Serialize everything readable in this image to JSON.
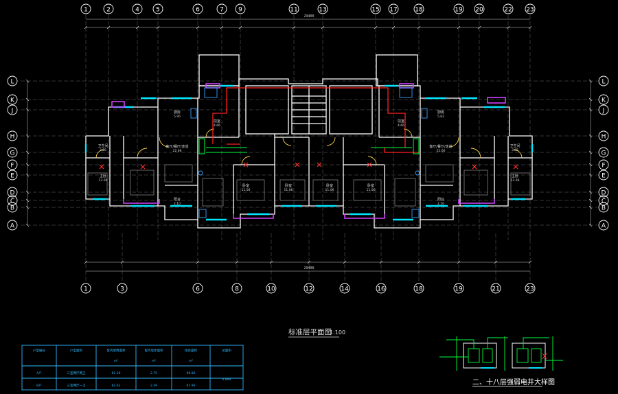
{
  "drawing": {
    "title": "标准层平面图",
    "scale": "1:100",
    "detail_title": "二、十八层强弱电井大样图"
  },
  "colors": {
    "background": "#000000",
    "wall": "#ffffff",
    "grid": "#9a9a9a",
    "dim": "#cfcfcf",
    "window": "#00e5ff",
    "door": "#ffd24a",
    "bay": "#d040ff",
    "pipe": "#ff2020",
    "green": "#00ff3c",
    "table": "#30b8ff",
    "label": "#d8d8d8",
    "fixture": "#3aa0ff"
  },
  "axes": {
    "top": [
      "1",
      "2",
      "4",
      "5",
      "6",
      "7",
      "9",
      "11",
      "13",
      "15",
      "17",
      "18",
      "19",
      "20",
      "22",
      "23"
    ],
    "bottom": [
      "1",
      "3",
      "6",
      "8",
      "10",
      "12",
      "14",
      "16",
      "18",
      "19",
      "21",
      "23"
    ],
    "rows": [
      "L",
      "K",
      "J",
      "H",
      "G",
      "F",
      "E",
      "D",
      "C",
      "B",
      "A"
    ]
  },
  "dims": {
    "top_total": "29400",
    "bottom_total": "29400"
  },
  "rooms": [
    {
      "name": "厨房",
      "area": "5.95"
    },
    {
      "name": "厨房",
      "area": "5.62"
    },
    {
      "name": "客厅/餐厅/走道",
      "area": "22.66"
    },
    {
      "name": "客厅/餐厅/走道",
      "area": "22.66"
    },
    {
      "name": "卧室",
      "area": "11.06"
    },
    {
      "name": "卧室",
      "area": "11.06"
    },
    {
      "name": "卧室",
      "area": "11.06"
    },
    {
      "name": "卧室",
      "area": "11.06"
    },
    {
      "name": "主卧",
      "area": "13.06"
    },
    {
      "name": "主卧",
      "area": "13.06"
    },
    {
      "name": "阳台",
      "area": "2.10"
    },
    {
      "name": "阳台",
      "area": "2.10"
    },
    {
      "name": "卫生间",
      "area": "3.85"
    },
    {
      "name": "卫生间",
      "area": "3.85"
    },
    {
      "name": "前室",
      "area": "4.66"
    },
    {
      "name": "前室",
      "area": "4.66"
    }
  ],
  "table": {
    "headers": [
      "户型编号",
      "户型面积",
      "套内使用面积",
      "套内墙体面积",
      "阳台面积",
      "总面积"
    ],
    "units": [
      "",
      "",
      "m²",
      "m²",
      "m²",
      ""
    ],
    "rows": [
      [
        "A户",
        "三室两厅两卫",
        "81.39",
        "2.75",
        "98.86",
        "0.864"
      ],
      [
        "B户",
        "三室两厅一卫",
        "82.61",
        "2.39",
        "97.96",
        ""
      ]
    ]
  }
}
